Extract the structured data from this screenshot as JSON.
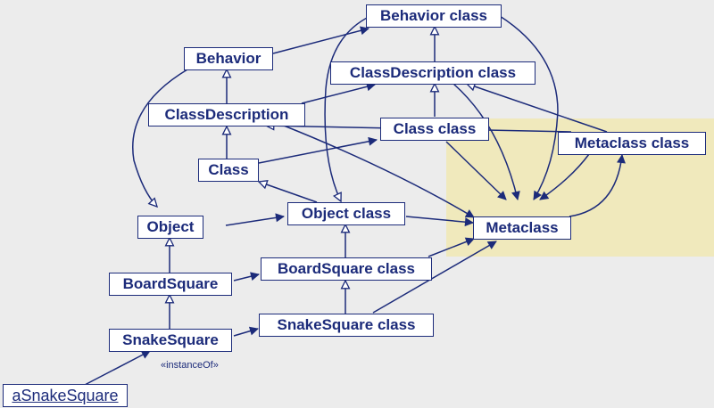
{
  "colors": {
    "ink": "#1c2b7a",
    "zone": "#f0e9bc",
    "background": "#ececec"
  },
  "nodes": {
    "behavior_class": "Behavior class",
    "behavior": "Behavior",
    "classdescription_class": "ClassDescription class",
    "classdescription": "ClassDescription",
    "class_class": "Class class",
    "metaclass_class": "Metaclass class",
    "class": "Class",
    "object": "Object",
    "object_class": "Object class",
    "metaclass": "Metaclass",
    "boardsquare": "BoardSquare",
    "boardsquare_class": "BoardSquare class",
    "snakesquare": "SnakeSquare",
    "snakesquare_class": "SnakeSquare class",
    "asnakesquare": "aSnakeSquare"
  },
  "labels": {
    "instance_of": "«instanceOf»"
  }
}
